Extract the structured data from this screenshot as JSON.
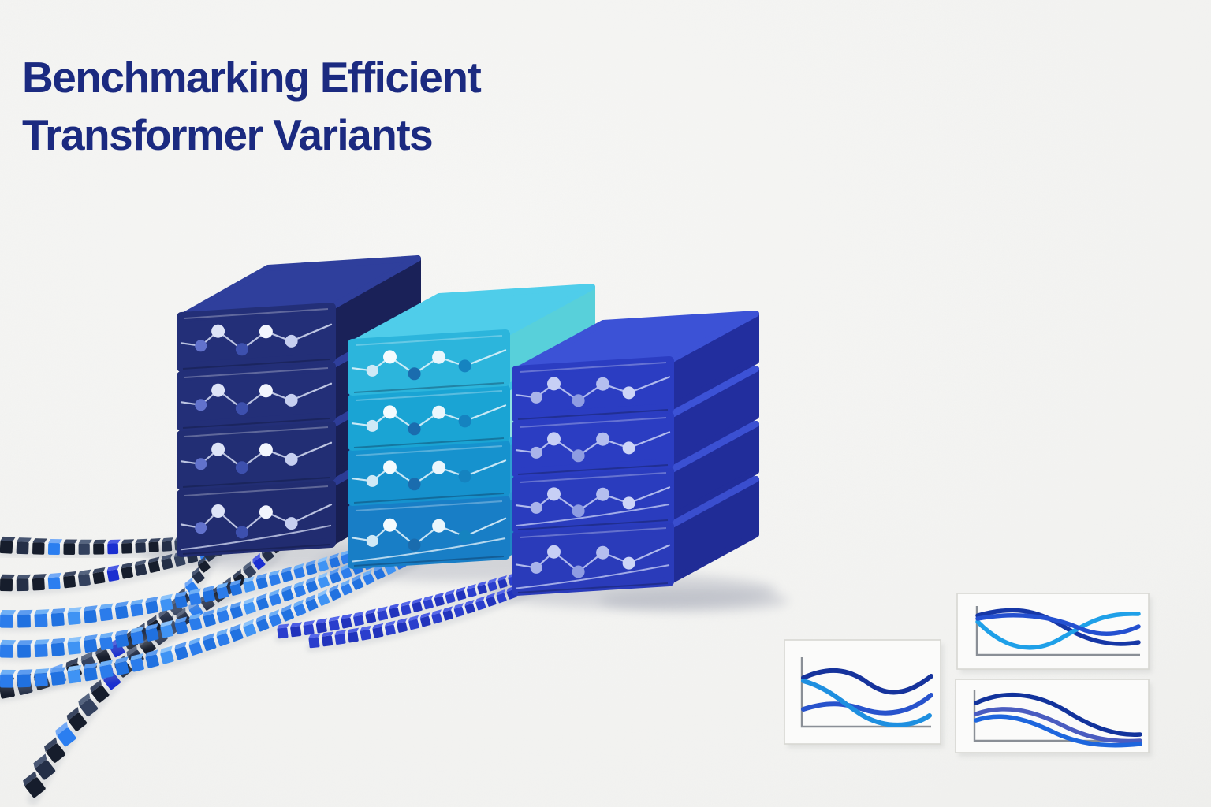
{
  "title": {
    "line1": "Benchmarking Efficient",
    "line2": "Transformer Variants",
    "color": "#1b2a80"
  },
  "background": {
    "paper_color": "#f3f3f1"
  },
  "illustration": {
    "stacks": [
      {
        "id": "navy",
        "layer_count": 4,
        "layers": [
          {
            "front": "#232f78",
            "top": "#2f3f9c",
            "side": "#1a2158"
          },
          {
            "front": "#232f78",
            "top": "#2f3f9c",
            "side": "#1a2158"
          },
          {
            "front": "#222e74",
            "top": "#2e3d98",
            "side": "#192055"
          },
          {
            "front": "#212c70",
            "top": "#2c3b94",
            "side": "#181f52"
          }
        ],
        "dot_colors": [
          "#6272cc",
          "#dde3f7",
          "#3d50ae",
          "#f2f5fd",
          "#c6cff0"
        ],
        "line_color": "#d7def5"
      },
      {
        "id": "cyan",
        "layer_count": 4,
        "layers": [
          {
            "front": "#2cb5dc",
            "top": "#4fcdea",
            "side": "#58d0da"
          },
          {
            "front": "#1aa4d4",
            "top": "#3dbfe0",
            "side": "#8fe2e2"
          },
          {
            "front": "#1692ce",
            "top": "#2fabdb",
            "side": "#2f9fd2"
          },
          {
            "front": "#187ec6",
            "top": "#2d97d2",
            "side": "#1f86c4"
          }
        ],
        "dot_colors": [
          "#cfe9f6",
          "#f4fbfe",
          "#1a6cae",
          "#eaf6fc",
          "#1583c0"
        ],
        "line_color": "#e8f6fb"
      },
      {
        "id": "royal",
        "layer_count": 4,
        "layers": [
          {
            "front": "#2b3dc2",
            "top": "#3c52d6",
            "side": "#222e9e"
          },
          {
            "front": "#2b3dc2",
            "top": "#3c52d6",
            "side": "#222e9e"
          },
          {
            "front": "#2a3cbe",
            "top": "#3b50d2",
            "side": "#212d9a"
          },
          {
            "front": "#2a3bba",
            "top": "#3a4ece",
            "side": "#202c96"
          }
        ],
        "dot_colors": [
          "#a9b4ea",
          "#c7cff5",
          "#8e9ce2",
          "#b4beef",
          "#cdd5f7"
        ],
        "line_color": "#c9d1f6"
      }
    ],
    "token_streams": {
      "palettes": {
        "dark": {
          "base": [
            "#161d2c",
            "#242f47"
          ],
          "base_top": [
            "#3a4660",
            "#4a5874"
          ],
          "accents": [
            {
              "f": "#2b7ef0",
              "t": "#74aaf6"
            },
            {
              "f": "#1b2fd0",
              "t": "#4a5ae4"
            },
            {
              "f": "#33415e",
              "t": "#55647f"
            }
          ]
        },
        "blue": {
          "base": [
            "#2b7ceb",
            "#2071e0"
          ],
          "base_top": [
            "#6fb0f6",
            "#5c9cf0"
          ],
          "accents": [
            {
              "f": "#3f93f4",
              "t": "#8cc3fa"
            }
          ]
        },
        "royal": {
          "base": [
            "#2a3ecd",
            "#2133bc"
          ],
          "base_top": [
            "#5668ea",
            "#4b5ce4"
          ],
          "accents": []
        }
      }
    },
    "mini_charts": [
      {
        "id": "left",
        "type": "line",
        "series_colors": [
          "#16339c",
          "#2853cc",
          "#1e8fe0"
        ]
      },
      {
        "id": "top-right",
        "type": "line",
        "series_colors": [
          "#1637a6",
          "#1fa0e8",
          "#2450d0"
        ]
      },
      {
        "id": "bottom-right",
        "type": "line",
        "series_colors": [
          "#12339c",
          "#4a5cc0",
          "#1e66dd"
        ]
      }
    ]
  }
}
